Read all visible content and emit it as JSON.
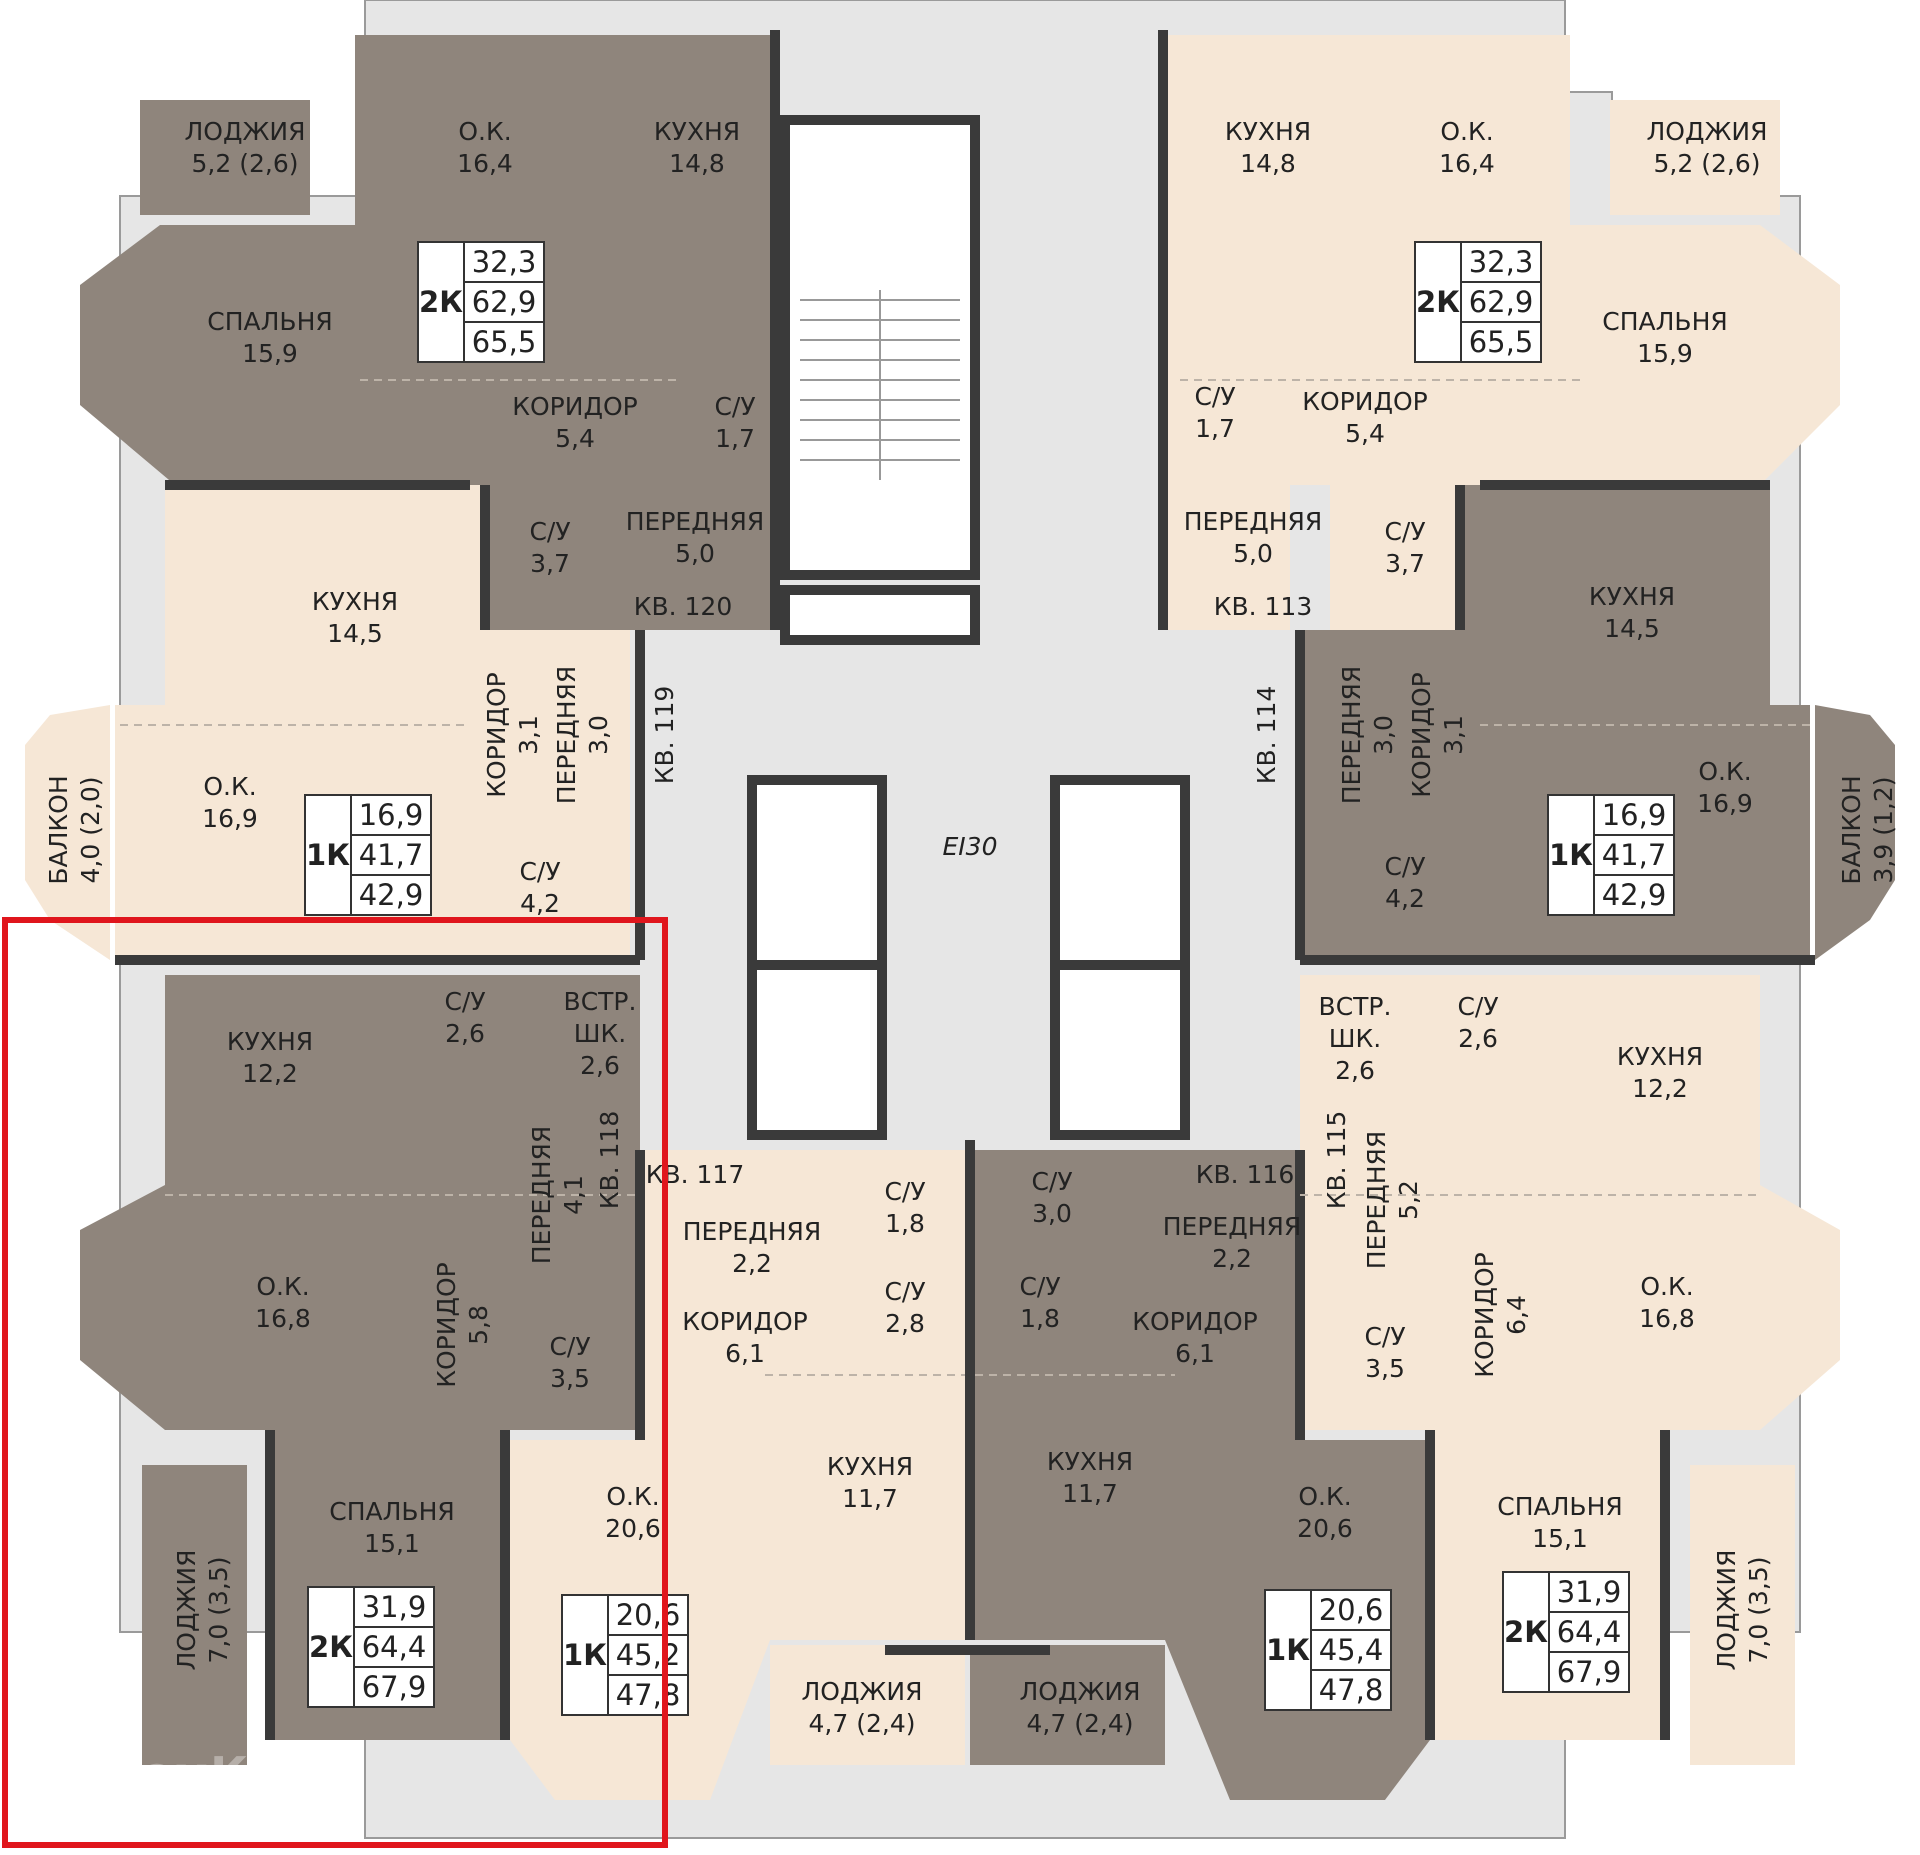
{
  "colors": {
    "dark_apartment": "#8f857c",
    "light_apartment": "#f6e7d6",
    "wall": "#3a3a3a",
    "facade": "#cfcfcf",
    "highlight": "#e0161d",
    "corridor": "#ffffff"
  },
  "apartments": {
    "kv120": {
      "label": "КВ. 120",
      "type": "2К",
      "areas": [
        "32,3",
        "62,9",
        "65,5"
      ]
    },
    "kv113": {
      "label": "КВ. 113",
      "type": "2К",
      "areas": [
        "32,3",
        "62,9",
        "65,5"
      ]
    },
    "kv119": {
      "label": "КВ. 119",
      "type": "1К",
      "areas": [
        "16,9",
        "41,7",
        "42,9"
      ]
    },
    "kv114": {
      "label": "КВ. 114",
      "type": "1К",
      "areas": [
        "16,9",
        "41,7",
        "42,9"
      ]
    },
    "kv118": {
      "label": "КВ. 118",
      "type": "2К",
      "areas": [
        "31,9",
        "64,4",
        "67,9"
      ]
    },
    "kv115": {
      "label": "КВ. 115",
      "type": "2К",
      "areas": [
        "31,9",
        "64,4",
        "67,9"
      ]
    },
    "kv117": {
      "label": "КВ. 117",
      "type": "1К",
      "areas": [
        "20,6",
        "45,2",
        "47,8"
      ]
    },
    "kv116": {
      "label": "КВ. 116",
      "type": "1К",
      "areas": [
        "20,6",
        "45,4",
        "47,8"
      ]
    }
  },
  "fire_rating": "EI30",
  "watermark": "ДомКлик",
  "rooms": {
    "tl_loggia": [
      "ЛОДЖИЯ",
      "5,2 (2,6)"
    ],
    "tl_ok": [
      "О.К.",
      "16,4"
    ],
    "tl_kitchen": [
      "КУХНЯ",
      "14,8"
    ],
    "tl_bedroom": [
      "СПАЛЬНЯ",
      "15,9"
    ],
    "tl_corridor": [
      "КОРИДОР",
      "5,4"
    ],
    "tl_bath": [
      "С/У",
      "1,7"
    ],
    "tl_bath2": [
      "С/У",
      "3,7"
    ],
    "tl_hall": [
      "ПЕРЕДНЯЯ",
      "5,0"
    ],
    "tr_kitchen": [
      "КУХНЯ",
      "14,8"
    ],
    "tr_ok": [
      "О.К.",
      "16,4"
    ],
    "tr_loggia": [
      "ЛОДЖИЯ",
      "5,2 (2,6)"
    ],
    "tr_bedroom": [
      "СПАЛЬНЯ",
      "15,9"
    ],
    "tr_bath": [
      "С/У",
      "1,7"
    ],
    "tr_corridor": [
      "КОРИДОР",
      "5,4"
    ],
    "tr_hall": [
      "ПЕРЕДНЯЯ",
      "5,0"
    ],
    "tr_bath2": [
      "С/У",
      "3,7"
    ],
    "ml_kitchen": [
      "КУХНЯ",
      "14,5"
    ],
    "ml_ok": [
      "О.К.",
      "16,9"
    ],
    "ml_balcony": [
      "БАЛКОН",
      "4,0 (2,0)"
    ],
    "ml_corridor": [
      "КОРИДОР",
      "3,1"
    ],
    "ml_hall": [
      "ПЕРЕДНЯЯ",
      "3,0"
    ],
    "ml_bath": [
      "С/У",
      "4,2"
    ],
    "mr_kitchen": [
      "КУХНЯ",
      "14,5"
    ],
    "mr_ok": [
      "О.К.",
      "16,9"
    ],
    "mr_balcony": [
      "БАЛКОН",
      "3,9 (1,2)"
    ],
    "mr_hall": [
      "ПЕРЕДНЯЯ",
      "3,0"
    ],
    "mr_corridor": [
      "КОРИДОР",
      "3,1"
    ],
    "mr_bath": [
      "С/У",
      "4,2"
    ],
    "bl_kitchen": [
      "КУХНЯ",
      "12,2"
    ],
    "bl_bath": [
      "С/У",
      "2,6"
    ],
    "bl_closet": [
      "ВСТР.",
      "ШК.",
      "2,6"
    ],
    "bl_ok": [
      "О.К.",
      "16,8"
    ],
    "bl_corridor": [
      "КОРИДОР",
      "5,8"
    ],
    "bl_hall": [
      "ПЕРЕДНЯЯ",
      "4,1"
    ],
    "bl_bath2": [
      "С/У",
      "3,5"
    ],
    "bl_bedroom": [
      "СПАЛЬНЯ",
      "15,1"
    ],
    "bl_loggia": [
      "ЛОДЖИЯ",
      "7,0 (3,5)"
    ],
    "br_closet": [
      "ВСТР.",
      "ШК.",
      "2,6"
    ],
    "br_bath": [
      "С/У",
      "2,6"
    ],
    "br_kitchen": [
      "КУХНЯ",
      "12,2"
    ],
    "br_hall": [
      "ПЕРЕДНЯЯ",
      "5,2"
    ],
    "br_corridor": [
      "КОРИДОР",
      "6,4"
    ],
    "br_ok": [
      "О.К.",
      "16,8"
    ],
    "br_bath2": [
      "С/У",
      "3,5"
    ],
    "br_bedroom": [
      "СПАЛЬНЯ",
      "15,1"
    ],
    "br_loggia": [
      "ЛОДЖИЯ",
      "7,0 (3,5)"
    ],
    "bc1_hall": [
      "ПЕРЕДНЯЯ",
      "2,2"
    ],
    "bc1_bath": [
      "С/У",
      "1,8"
    ],
    "bc1_bath2": [
      "С/У",
      "2,8"
    ],
    "bc1_corridor": [
      "КОРИДОР",
      "6,1"
    ],
    "bc1_kitchen": [
      "КУХНЯ",
      "11,7"
    ],
    "bc1_ok": [
      "О.К.",
      "20,6"
    ],
    "bc1_loggia": [
      "ЛОДЖИЯ",
      "4,7 (2,4)"
    ],
    "bc2_bath": [
      "С/У",
      "3,0"
    ],
    "bc2_bath2": [
      "С/У",
      "1,8"
    ],
    "bc2_hall": [
      "ПЕРЕДНЯЯ",
      "2,2"
    ],
    "bc2_corridor": [
      "КОРИДОР",
      "6,1"
    ],
    "bc2_kitchen": [
      "КУХНЯ",
      "11,7"
    ],
    "bc2_ok": [
      "О.К.",
      "20,6"
    ],
    "bc2_loggia": [
      "ЛОДЖИЯ",
      "4,7 (2,4)"
    ]
  }
}
